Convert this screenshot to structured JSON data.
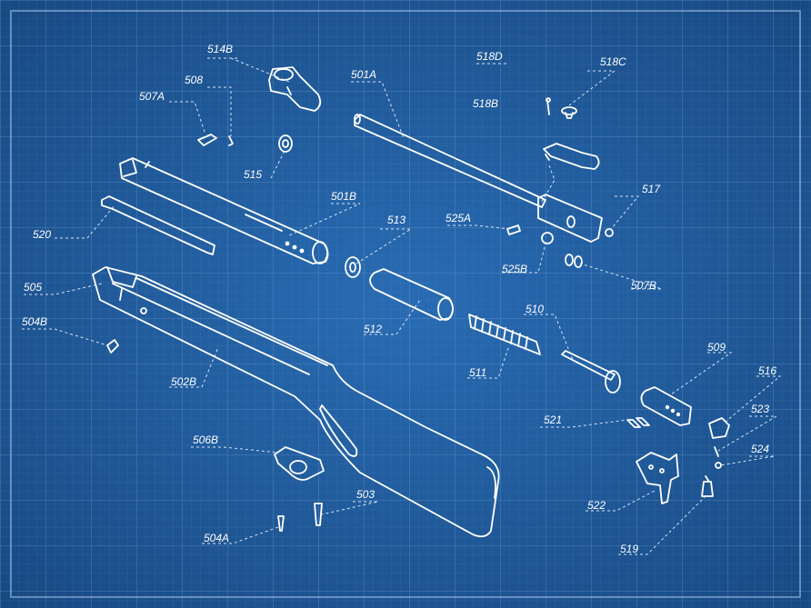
{
  "diagram": {
    "background_color": "#1f5ea3",
    "line_color": "#ffffff",
    "labels": {
      "l514B": "514B",
      "l508": "508",
      "l507A": "507A",
      "l515": "515",
      "l520": "520",
      "l501B": "501B",
      "l501A": "501A",
      "l518D": "518D",
      "l518C": "518C",
      "l518B": "518B",
      "l517": "517",
      "l525A": "525A",
      "l525B": "525B",
      "l507B": "507B",
      "l513": "513",
      "l505": "505",
      "l504B": "504B",
      "l502B": "502B",
      "l512": "512",
      "l510": "510",
      "l511": "511",
      "l509": "509",
      "l516": "516",
      "l523": "523",
      "l521": "521",
      "l524": "524",
      "l506B": "506B",
      "l503": "503",
      "l504A": "504A",
      "l522": "522",
      "l519": "519"
    }
  }
}
